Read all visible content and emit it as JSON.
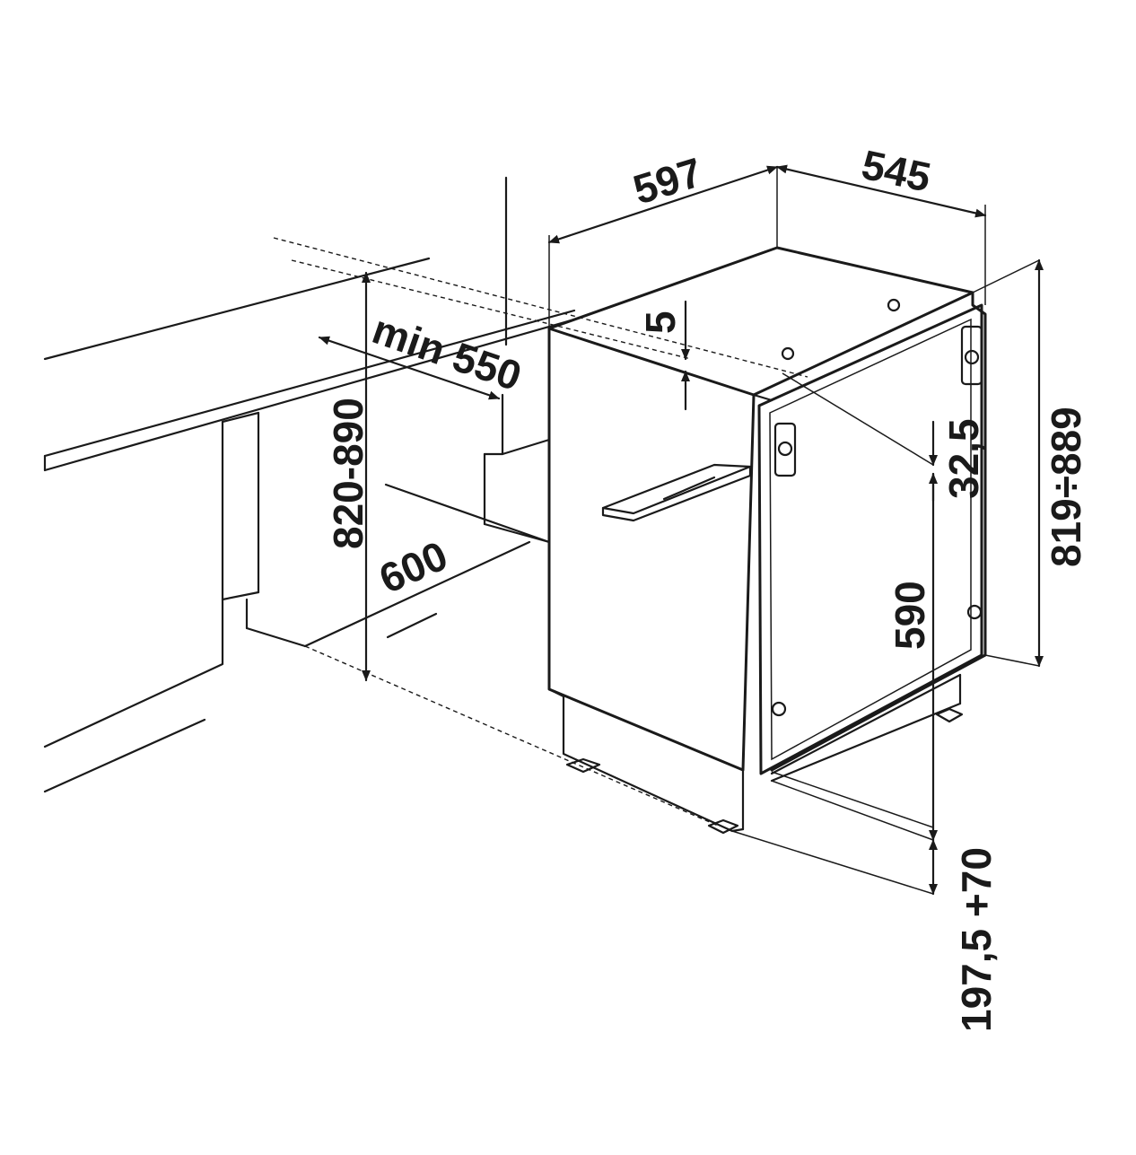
{
  "dimensions": {
    "width_597": "597",
    "depth_545": "545",
    "gap_5": "5",
    "recess_min_550": "min 550",
    "niche_height": "820-890",
    "niche_depth_600": "600",
    "door_offset": "32,5",
    "appliance_height": "819÷889",
    "door_height_590": "590",
    "plinth": "197,5 +70"
  }
}
